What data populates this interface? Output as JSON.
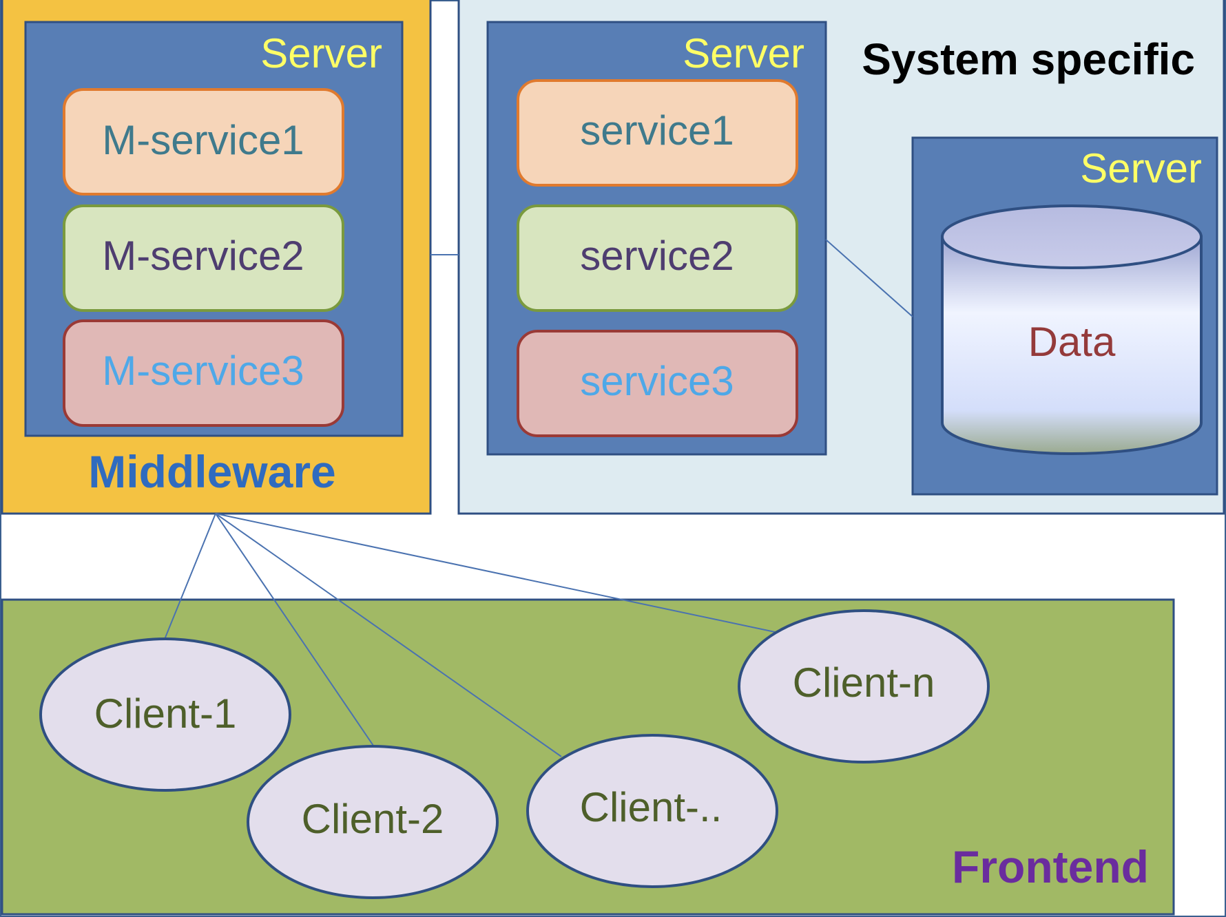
{
  "middleware": {
    "title": "Middleware",
    "server_label": "Server",
    "services": [
      "M-service1",
      "M-service2",
      "M-service3"
    ]
  },
  "system": {
    "title": "System specific",
    "app_server": {
      "label": "Server",
      "services": [
        "service1",
        "service2",
        "service3"
      ]
    },
    "data_server": {
      "label": "Server",
      "store_label": "Data"
    }
  },
  "frontend": {
    "title": "Frontend",
    "clients": [
      "Client-1",
      "Client-2",
      "Client-..",
      "Client-n"
    ]
  },
  "colors": {
    "middleware_bg": "#F4C242",
    "system_bg": "#DEEBF1",
    "server_bg": "#587EB5",
    "server_label": "#FFFF66",
    "frontend_bg": "#A1B965",
    "client_fill": "#E3DEEC",
    "client_stroke": "#2F4F82",
    "client_text": "#4E5F2A",
    "middleware_title": "#2F6BBF",
    "frontend_title": "#6A2C9E",
    "system_title": "#000000",
    "service1_fill": "#F6D5B9",
    "service1_stroke": "#E07A2E",
    "service1_text": "#3F7A8C",
    "service2_fill": "#D8E5BF",
    "service2_stroke": "#7A9A3E",
    "service2_text": "#4E3D70",
    "service3_fill": "#E0B8B6",
    "service3_stroke": "#9A3A36",
    "service3_text": "#4EA8E8",
    "data_text": "#943A3A",
    "connector": "#4A72B0"
  }
}
